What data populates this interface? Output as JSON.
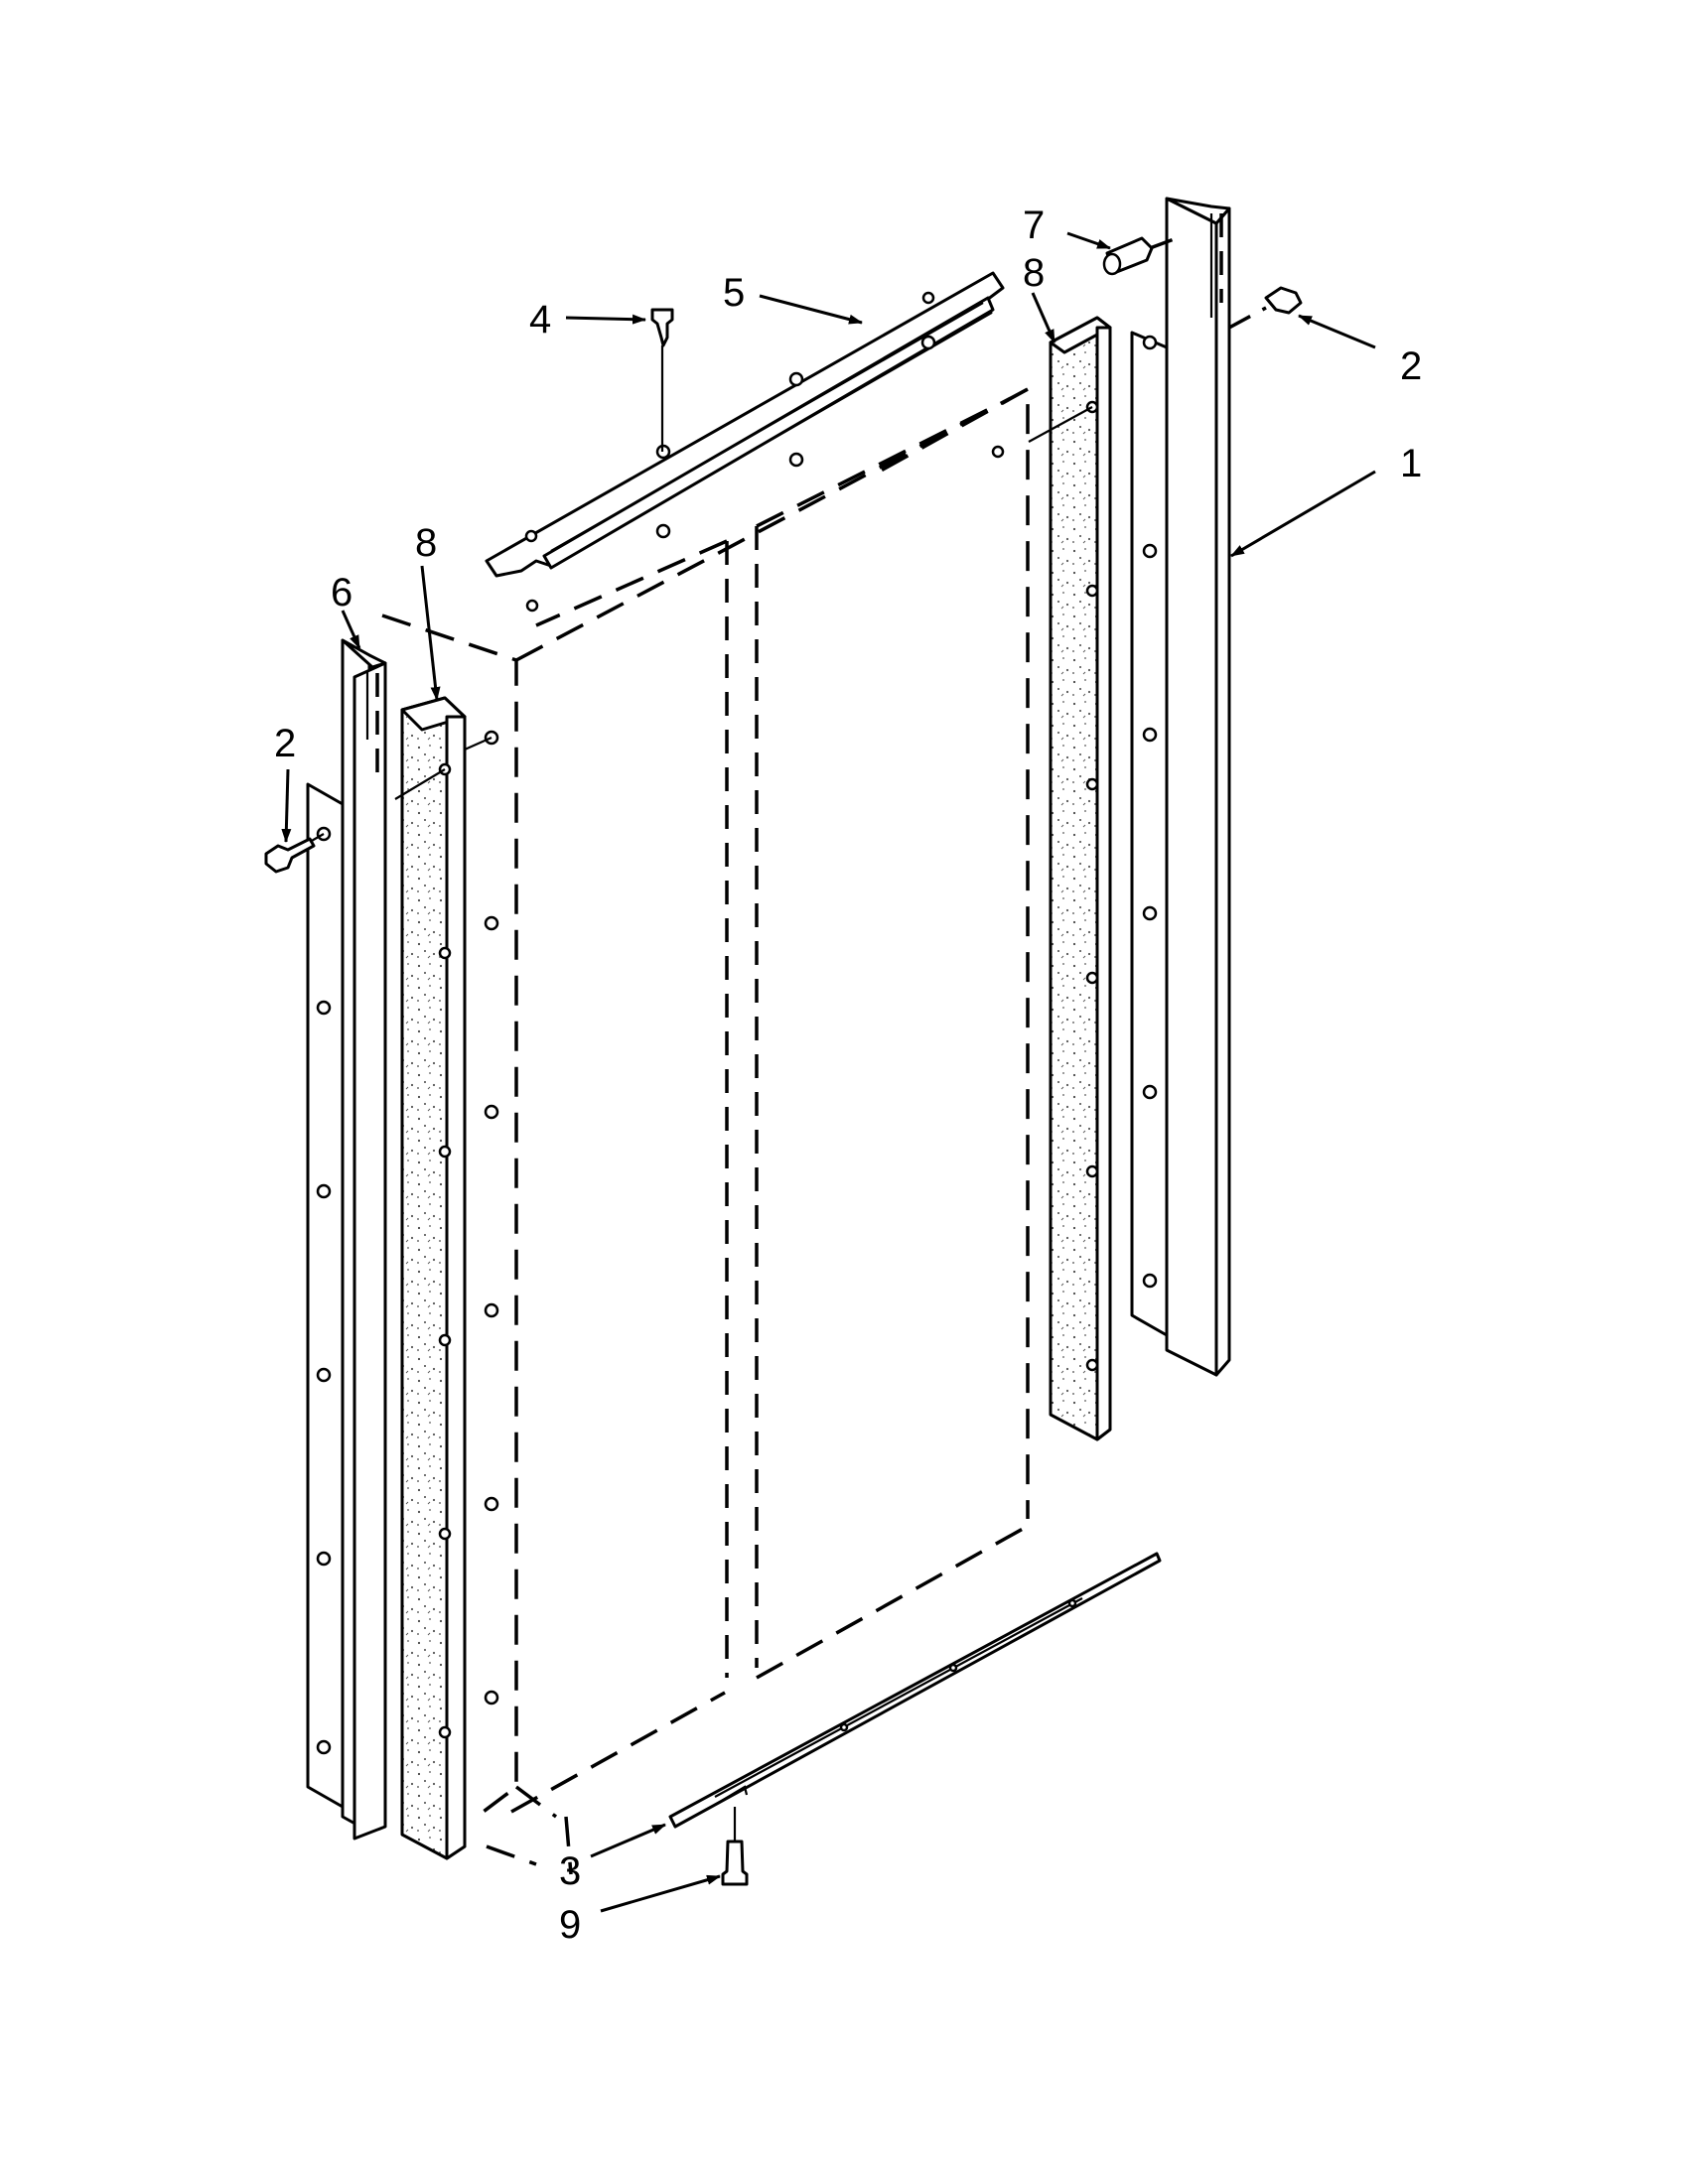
{
  "diagram": {
    "callouts": {
      "c1": "1",
      "c2_right": "2",
      "c2_left": "2",
      "c3": "3",
      "c4": "4",
      "c5": "5",
      "c6": "6",
      "c7": "7",
      "c8_left": "8",
      "c8_right": "8",
      "c9": "9"
    }
  }
}
